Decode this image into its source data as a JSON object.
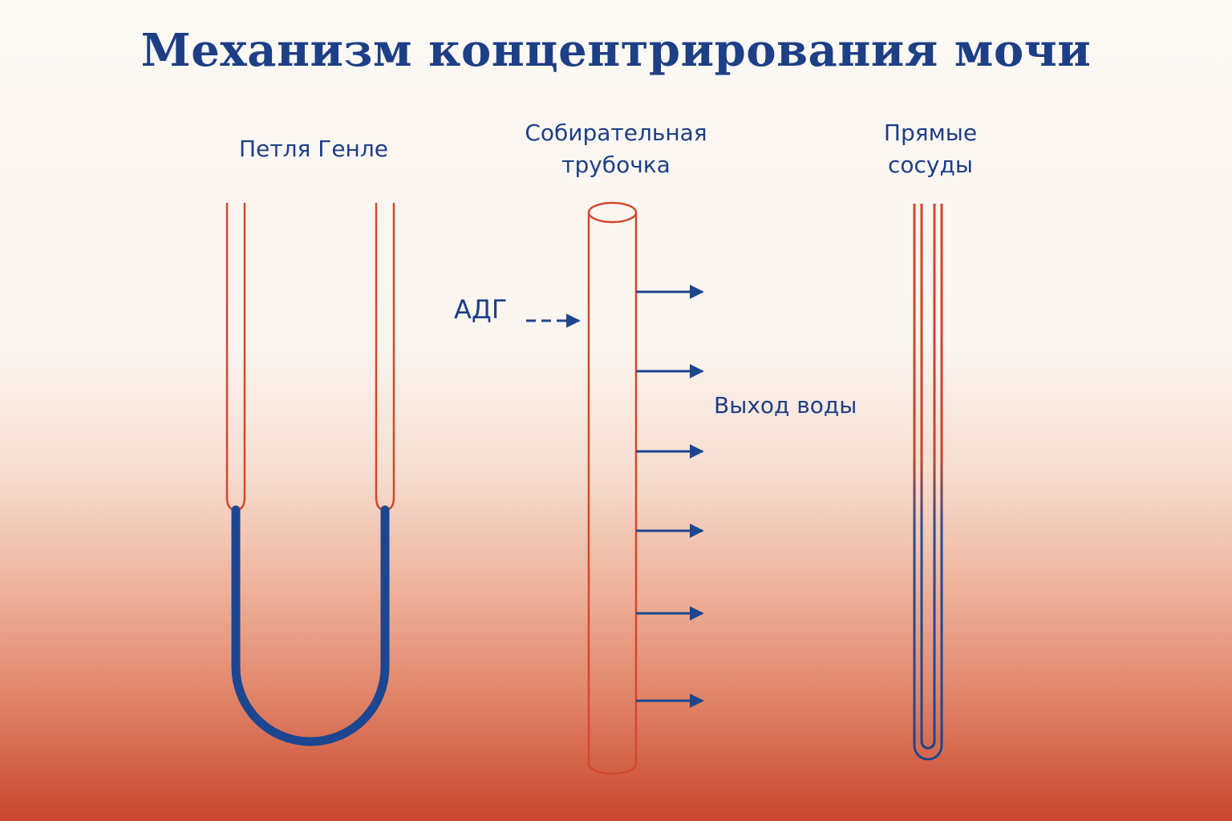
{
  "title": "Механизм концентрирования мочи",
  "labels": {
    "loop_of_henle": "Петля Генле",
    "collecting_duct": [
      "Собирательная",
      "трубочка"
    ],
    "vasa_recta": [
      "Прямые",
      "сосуды"
    ],
    "adh": "АДГ",
    "water_out": "Выход воды"
  },
  "colors": {
    "tubule": "#d2482c",
    "highlight": "#1d4690",
    "text": "#1d3f86",
    "background_top": "#fcf8f4",
    "background_bottom": "#c9462e"
  },
  "water_arrow_count": 6
}
